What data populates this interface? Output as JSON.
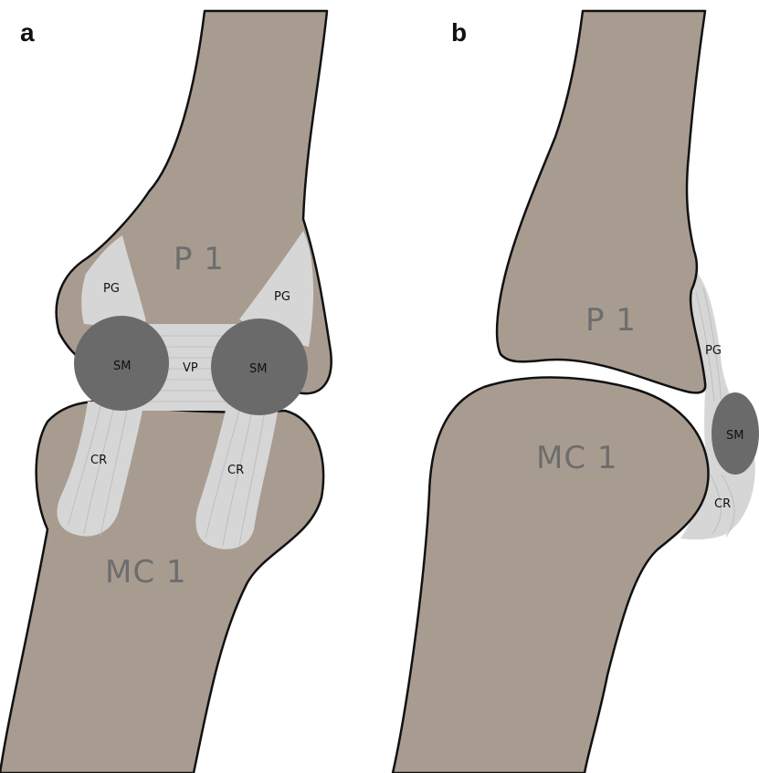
{
  "panels": [
    {
      "letter": "a",
      "bones": {
        "proximal_phalanx": "P 1",
        "metacarpal": "MC 1"
      },
      "labels": {
        "pg_left": "PG",
        "pg_right": "PG",
        "vp": "VP",
        "sm_left": "SM",
        "sm_right": "SM",
        "cr_left": "CR",
        "cr_right": "CR"
      }
    },
    {
      "letter": "b",
      "bones": {
        "proximal_phalanx": "P 1",
        "metacarpal": "MC 1"
      },
      "labels": {
        "pg": "PG",
        "sm": "SM",
        "cr": "CR"
      }
    }
  ]
}
